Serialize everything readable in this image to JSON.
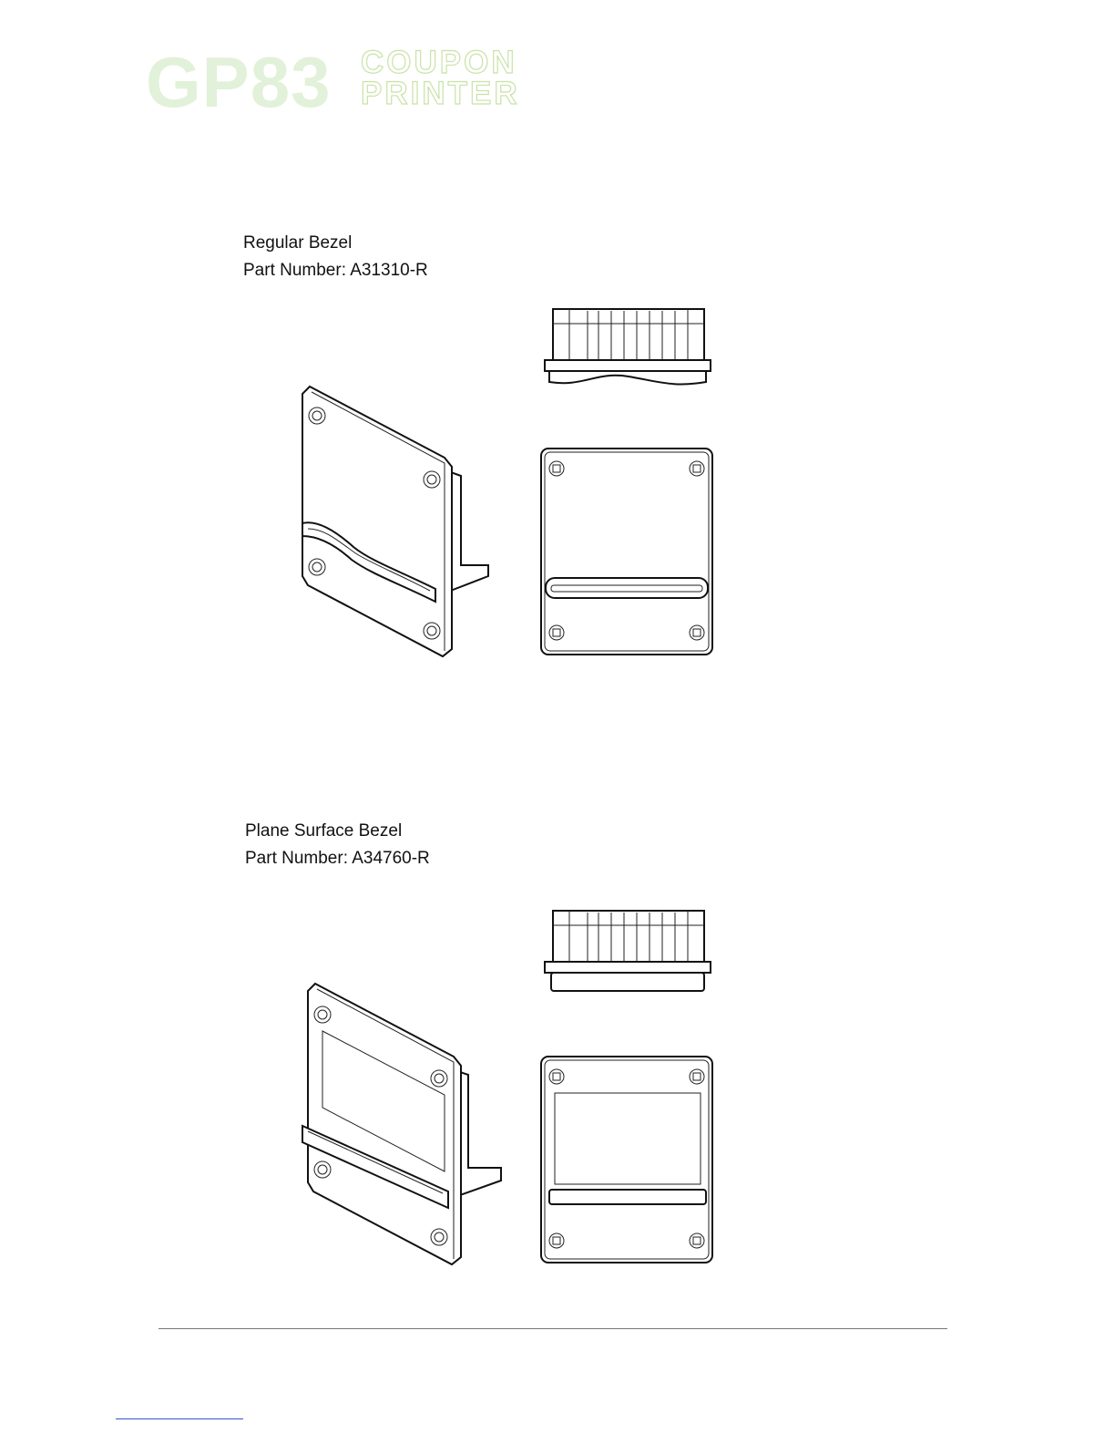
{
  "header": {
    "logo_main": "GP83",
    "logo_line1": "COUPON",
    "logo_line2": "PRINTER"
  },
  "sections": [
    {
      "title": "Regular Bezel",
      "part": "Part Number: A31310-R"
    },
    {
      "title": "Plane Surface Bezel",
      "part": "Part Number: A34760-R"
    }
  ]
}
